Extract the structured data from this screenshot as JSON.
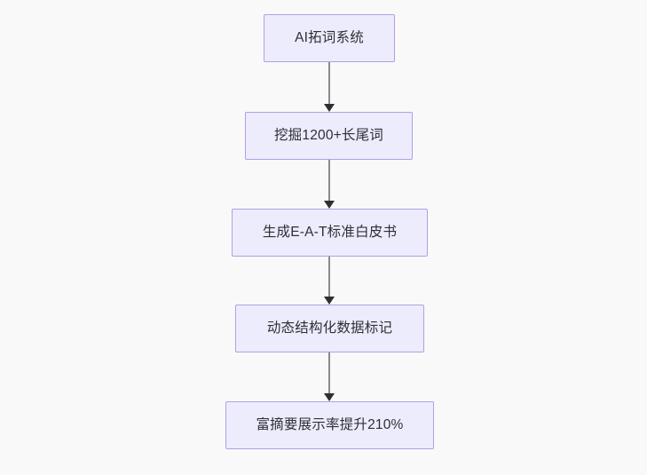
{
  "diagram": {
    "type": "flowchart",
    "direction": "top-to-bottom",
    "background_color": "#f9f9fa",
    "node_fill_color": "#ececfd",
    "node_border_color": "#b49ee4",
    "node_text_color": "#2f2f34",
    "edge_line_color": "#8a8a8e",
    "arrowhead_color": "#2e2e33",
    "nodes": [
      {
        "id": "n1",
        "label": "AI拓词系统"
      },
      {
        "id": "n2",
        "label": "挖掘1200+长尾词"
      },
      {
        "id": "n3",
        "label": "生成E-A-T标准白皮书"
      },
      {
        "id": "n4",
        "label": "动态结构化数据标记"
      },
      {
        "id": "n5",
        "label": "富摘要展示率提升210%"
      }
    ],
    "edges": [
      {
        "id": "e1",
        "from": "n1",
        "to": "n2",
        "label": ""
      },
      {
        "id": "e2",
        "from": "n2",
        "to": "n3",
        "label": ""
      },
      {
        "id": "e3",
        "from": "n3",
        "to": "n4",
        "label": ""
      },
      {
        "id": "e4",
        "from": "n4",
        "to": "n5",
        "label": ""
      }
    ]
  }
}
